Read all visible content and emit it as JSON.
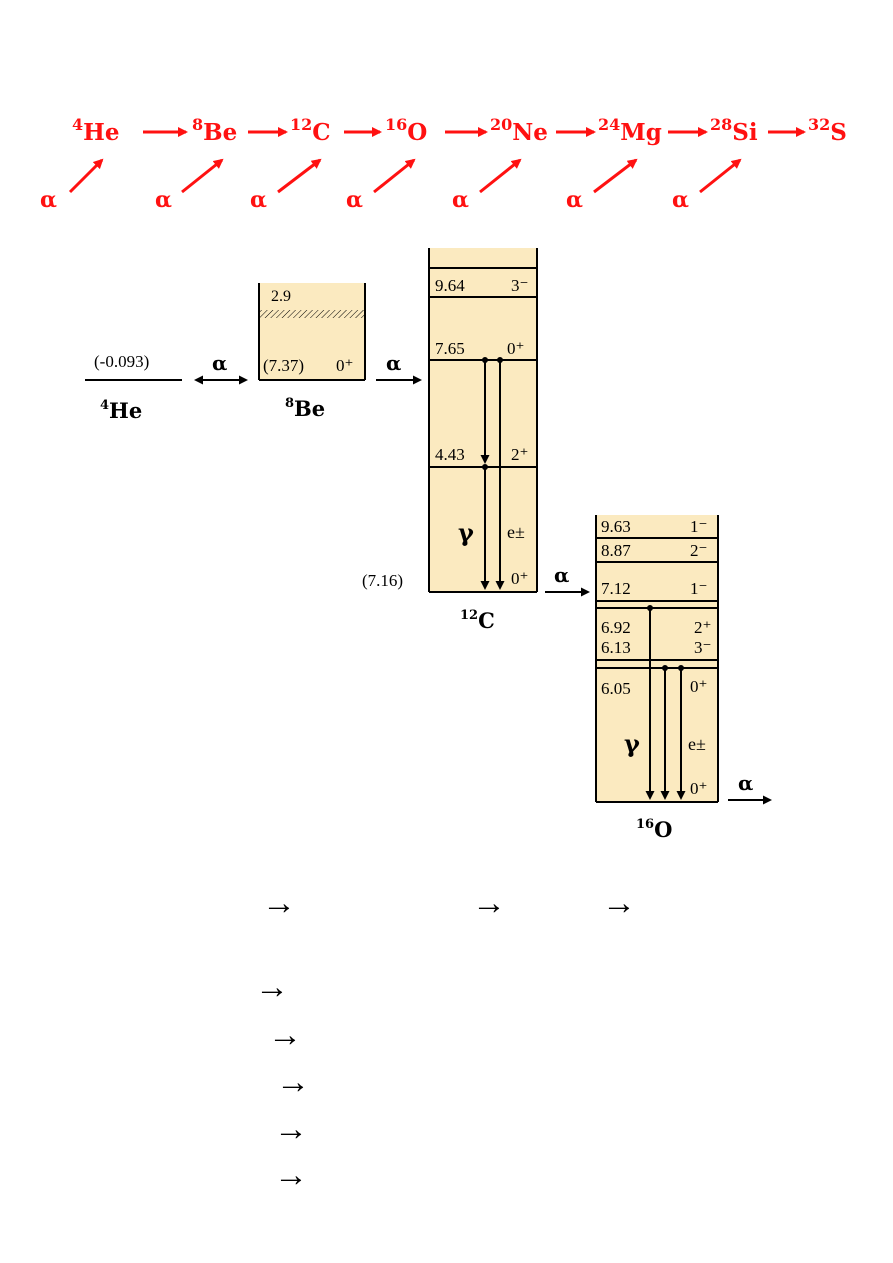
{
  "chain": {
    "nuclei": [
      {
        "mass": "4",
        "symbol": "He"
      },
      {
        "mass": "8",
        "symbol": "Be"
      },
      {
        "mass": "12",
        "symbol": "C"
      },
      {
        "mass": "16",
        "symbol": "O"
      },
      {
        "mass": "20",
        "symbol": "Ne"
      },
      {
        "mass": "24",
        "symbol": "Mg"
      },
      {
        "mass": "28",
        "symbol": "Si"
      },
      {
        "mass": "32",
        "symbol": "S"
      }
    ],
    "alpha": "α",
    "color": "#ff1111"
  },
  "he4": {
    "mass": "4",
    "symbol": "He",
    "value": "(-0.093)"
  },
  "be8": {
    "mass": "8",
    "symbol": "Be",
    "width_level": "2.9",
    "ground": "(7.37)",
    "ground_spin": "0⁺"
  },
  "c12": {
    "mass": "12",
    "symbol": "C",
    "threshold": "(7.16)",
    "levels": [
      {
        "e": "9.64",
        "spin": "3⁻"
      },
      {
        "e": "7.65",
        "spin": "0⁺"
      },
      {
        "e": "4.43",
        "spin": "2⁺"
      },
      {
        "e": "",
        "spin": "0⁺"
      }
    ],
    "gamma": "γ",
    "pair": "e±"
  },
  "o16": {
    "mass": "16",
    "symbol": "O",
    "levels": [
      {
        "e": "9.63",
        "spin": "1⁻"
      },
      {
        "e": "8.87",
        "spin": "2⁻"
      },
      {
        "e": "7.12",
        "spin": "1⁻"
      },
      {
        "e": "6.92",
        "spin": "2⁺"
      },
      {
        "e": "6.13",
        "spin": "3⁻"
      },
      {
        "e": "6.05",
        "spin": "0⁺"
      },
      {
        "e": "",
        "spin": "0⁺"
      }
    ],
    "gamma": "γ",
    "pair": "e±"
  },
  "alpha_label": "α",
  "box_color": "#fbeac0",
  "bottom_arrows": [
    "→",
    "→",
    "→",
    "→",
    "→",
    "→",
    "→",
    "→"
  ]
}
